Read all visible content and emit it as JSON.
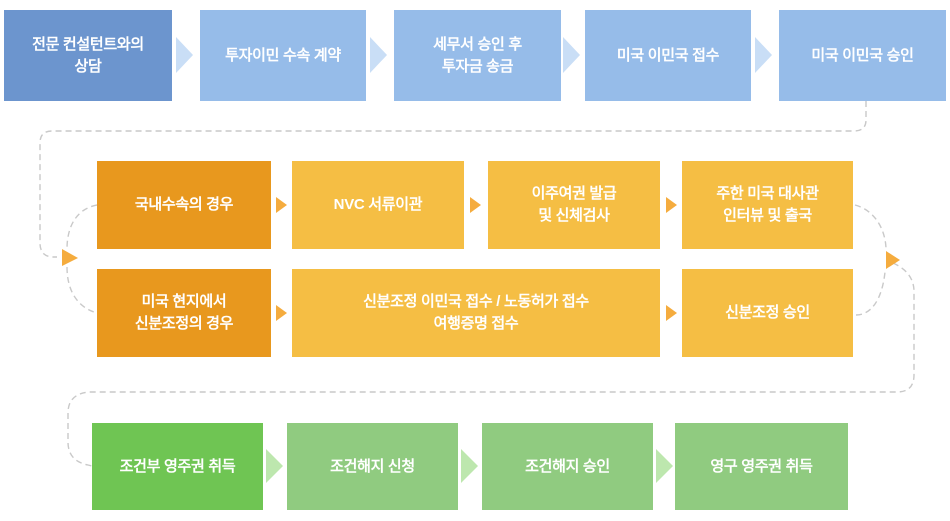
{
  "flow": {
    "rows": [
      {
        "stage": "blue",
        "steps": [
          {
            "label": "전문 컨설턴트와의\n상담"
          },
          {
            "label": "투자이민 수속 계약"
          },
          {
            "label": "세무서 승인 후\n투자금 송금"
          },
          {
            "label": "미국 이민국 접수"
          },
          {
            "label": "미국 이민국 승인"
          }
        ]
      },
      {
        "stage": "orange-domestic",
        "steps": [
          {
            "label": "국내수속의 경우"
          },
          {
            "label": "NVC 서류이관"
          },
          {
            "label": "이주여권 발급\n및 신체검사"
          },
          {
            "label": "주한 미국 대사관\n인터뷰 및 출국"
          }
        ]
      },
      {
        "stage": "orange-adjustment",
        "steps": [
          {
            "label": "미국 현지에서\n신분조정의 경우"
          },
          {
            "label": "신분조정 이민국 접수 / 노동허가 접수\n여행증명 접수"
          },
          {
            "label": "신분조정 승인"
          }
        ]
      },
      {
        "stage": "green",
        "steps": [
          {
            "label": "조건부 영주권 취득"
          },
          {
            "label": "조건해지 신청"
          },
          {
            "label": "조건해지 승인"
          },
          {
            "label": "영구 영주권 취득"
          }
        ]
      }
    ]
  },
  "colors": {
    "blue_dark": "#6C95CE",
    "blue_light": "#96BCE9",
    "blue_arrow": "#C9DEF6",
    "orange_dark": "#E8981E",
    "orange_light": "#F5BE44",
    "orange_arrow": "#F5AC3E",
    "green_dark": "#6FC553",
    "green_light": "#90CB80",
    "green_arrow": "#BDE7AE",
    "connector_dash": "#C9C9C9"
  }
}
